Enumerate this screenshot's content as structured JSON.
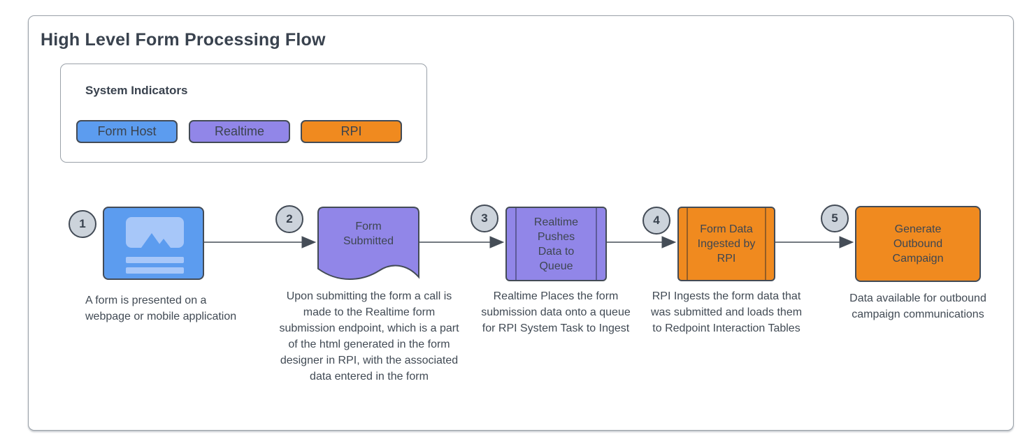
{
  "title": "High Level Form Processing Flow",
  "legend": {
    "title": "System Indicators",
    "items": [
      {
        "label": "Form Host",
        "color": "#5c9cef"
      },
      {
        "label": "Realtime",
        "color": "#9186e8"
      },
      {
        "label": "RPI",
        "color": "#f08a1f"
      }
    ]
  },
  "colors": {
    "form_host": "#5c9cef",
    "form_host_light": "#a7c7f9",
    "realtime": "#9186e8",
    "rpi": "#f08a1f",
    "circle_fill": "#ccd3db",
    "outline": "#434b56",
    "text": "#3f4851",
    "connector": "#454d57"
  },
  "steps": [
    {
      "number": "1",
      "label": "",
      "caption": "A form is presented on a webpage or mobile application"
    },
    {
      "number": "2",
      "label": "Form Submitted",
      "caption": "Upon submitting the form a call is made to the Realtime form submission endpoint, which is a part of the html generated in the form designer in RPI, with the associated data entered in the form"
    },
    {
      "number": "3",
      "label": "Realtime Pushes Data to Queue",
      "caption": "Realtime Places the form submission data onto a queue for RPI System Task to Ingest"
    },
    {
      "number": "4",
      "label": "Form Data Ingested by RPI",
      "caption": "RPI Ingests the form data that was submitted and loads them to Redpoint Interaction Tables"
    },
    {
      "number": "5",
      "label": "Generate Outbound Campaign",
      "caption": "Data available for outbound campaign communications"
    }
  ]
}
